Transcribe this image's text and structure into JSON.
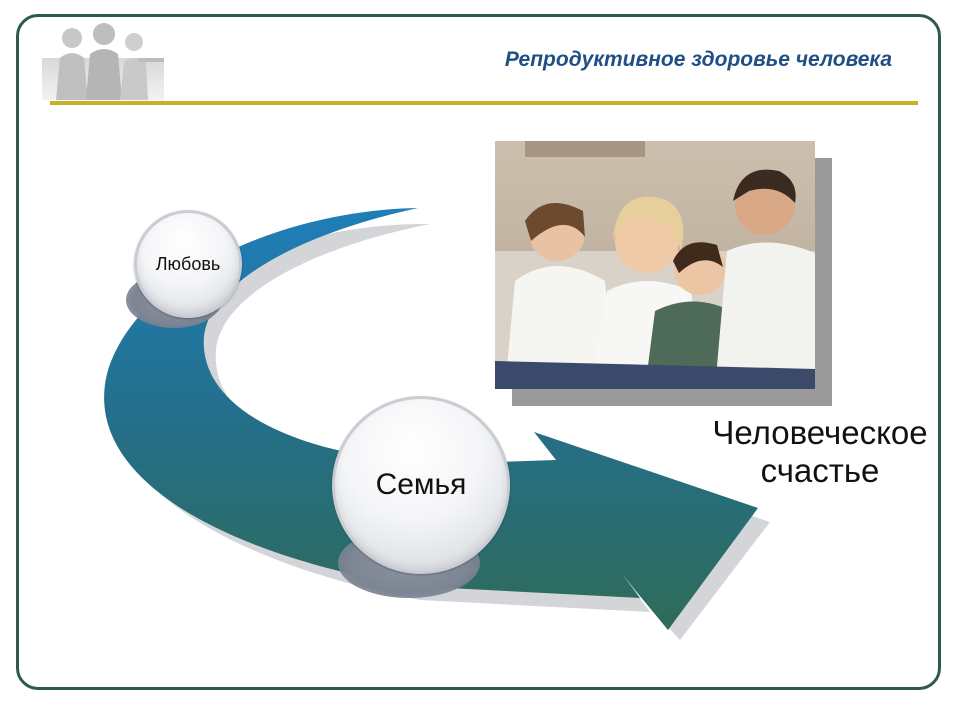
{
  "header": {
    "title": "Репродуктивное здоровье человека"
  },
  "diagram": {
    "nodes": [
      {
        "label": "Любовь"
      },
      {
        "label": "Семья"
      }
    ],
    "result": {
      "line1": "Человеческое",
      "line2": "счастье"
    }
  },
  "colors": {
    "frame": "#2f5a46",
    "title": "#1f4f86",
    "rule": "#c7b227",
    "arrow_top": "#1f7eb8",
    "arrow_bottom": "#2f6b58"
  },
  "icons": {
    "logo": "people-silhouette-logo",
    "photo": "family-photo"
  }
}
